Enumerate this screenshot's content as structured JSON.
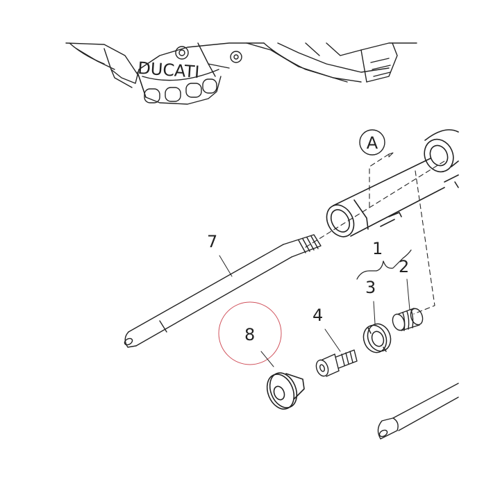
{
  "diagram": {
    "brand_text": "DUCATI",
    "view_marker": "A",
    "group_label": "1",
    "callouts": [
      {
        "id": "2",
        "part": "spring"
      },
      {
        "id": "3",
        "part": "washer"
      },
      {
        "id": "4",
        "part": "screw"
      },
      {
        "id": "7",
        "part": "rod"
      },
      {
        "id": "8",
        "part": "cap"
      }
    ],
    "highlight_color": "#d0505a",
    "line_color": "#222222"
  }
}
